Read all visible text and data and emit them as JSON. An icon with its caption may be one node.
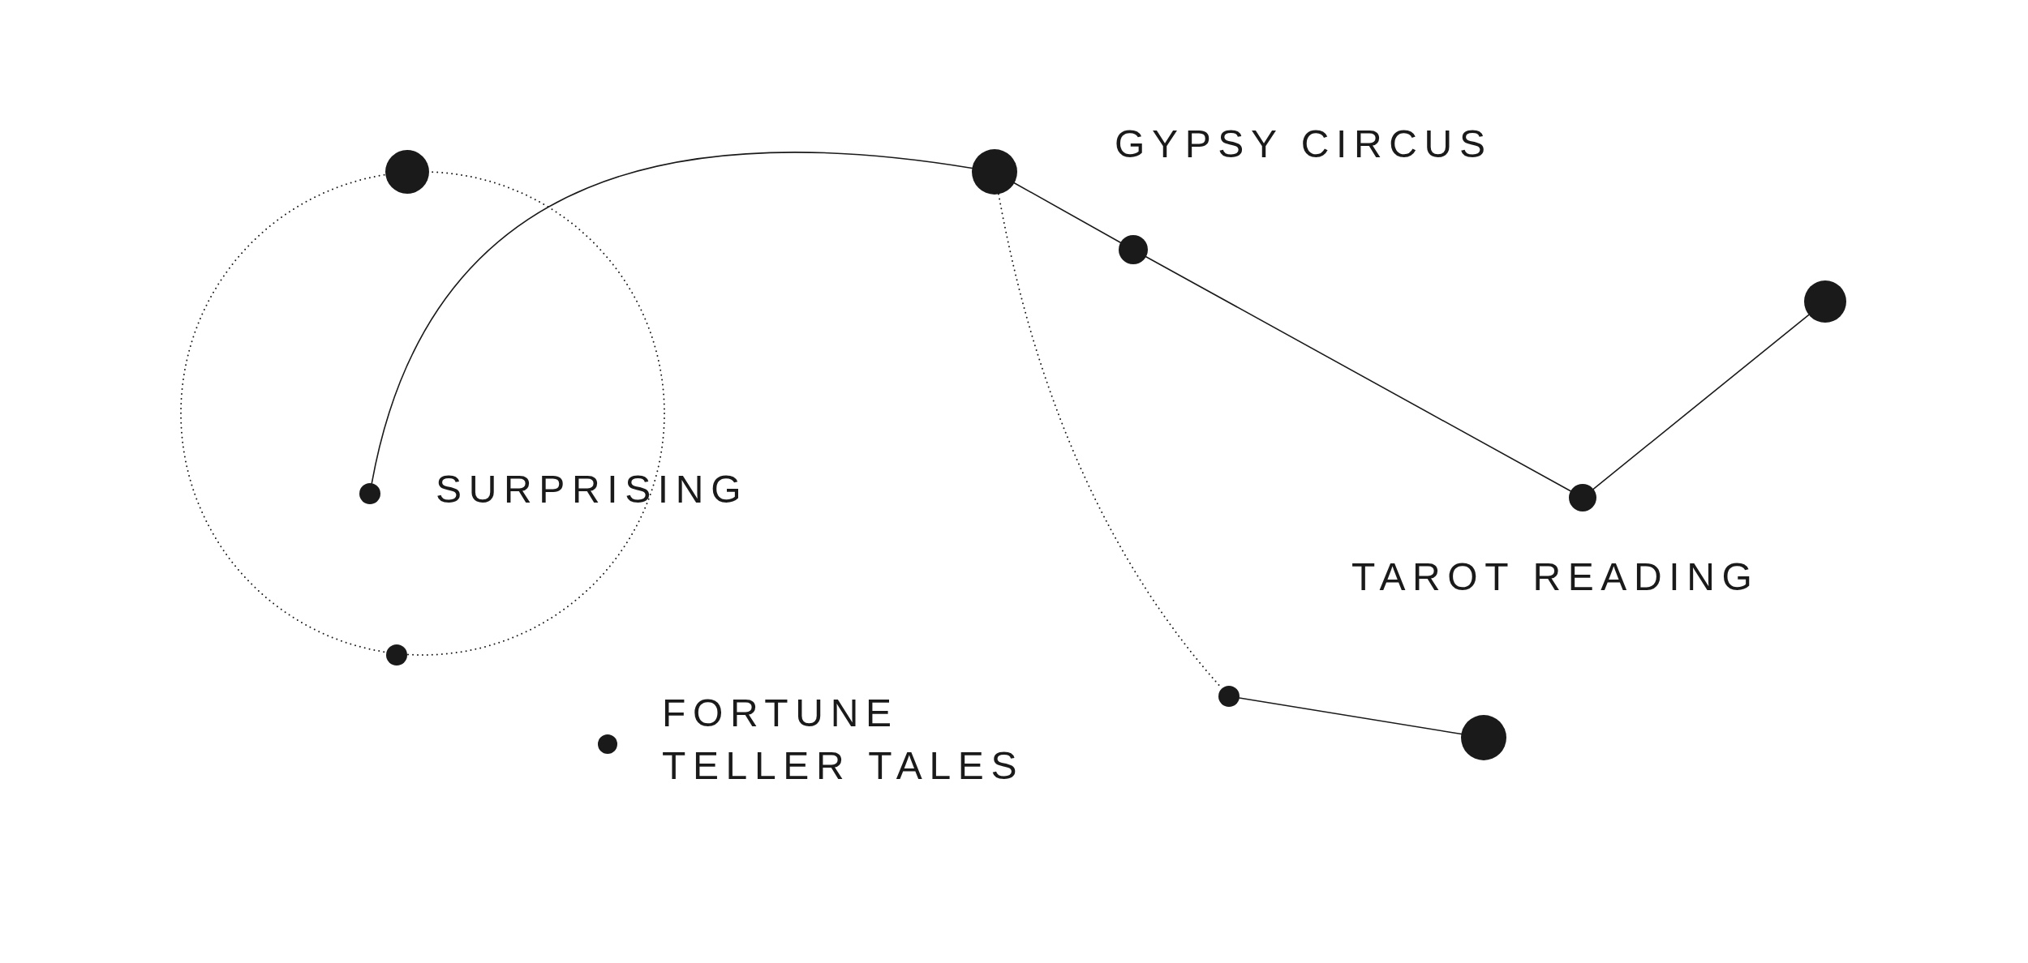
{
  "diagram": {
    "nodes": [
      {
        "text": [],
        "shape": "circle"
      },
      {
        "text": [],
        "shape": "circle",
        "beside": [
          "GYPSY CIRCUS"
        ]
      },
      {
        "text": [],
        "shape": "circle"
      },
      {
        "text": [],
        "shape": "circle"
      },
      {
        "text": [],
        "shape": "circle",
        "beside": [
          "SURPRISING"
        ]
      },
      {
        "text": [],
        "shape": "circle",
        "beside": [
          "TAROT READING"
        ]
      },
      {
        "text": [],
        "shape": "circle"
      },
      {
        "text": [],
        "shape": "circle"
      },
      {
        "text": [],
        "shape": "circle"
      },
      {
        "text": [],
        "shape": "circle",
        "beside": [
          "FORTUNE TELLER TALES"
        ]
      }
    ],
    "edges": [
      {
        "from": 4,
        "to": 1,
        "arrow": "none"
      },
      {
        "from": 1,
        "to": 2,
        "arrow": "none"
      },
      {
        "from": 2,
        "to": 5,
        "arrow": "none"
      },
      {
        "from": 5,
        "to": 3,
        "arrow": "none"
      },
      {
        "from": 1,
        "to": 7,
        "arrow": "none",
        "style": "dashed"
      },
      {
        "from": 7,
        "to": 8,
        "arrow": "none"
      }
    ]
  }
}
